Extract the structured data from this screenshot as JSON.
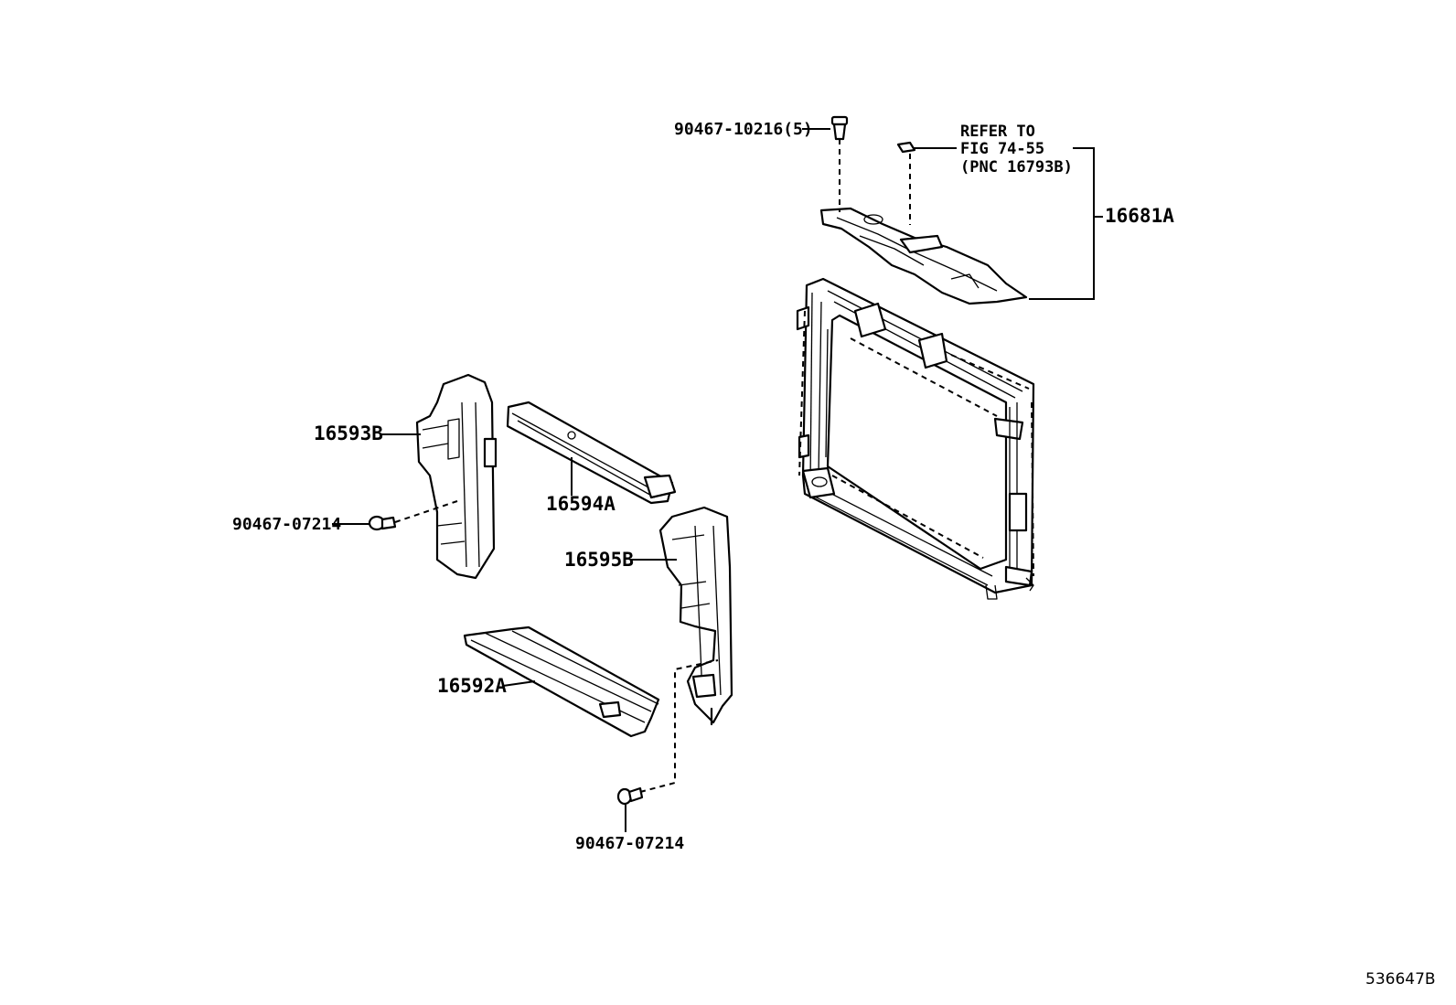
{
  "diagram": {
    "illustration_id": "536647B",
    "parts": {
      "seal_16681A": "16681A",
      "seal_16593B": "16593B",
      "seal_16594A": "16594A",
      "seal_16595B": "16595B",
      "seal_16592A": "16592A"
    },
    "fasteners": {
      "clip_top": "90467-10216(5)",
      "clip_left": "90467-07214",
      "clip_bottom": "90467-07214"
    },
    "reference_note": {
      "line1": "REFER TO",
      "line2": "FIG 74-55",
      "line3": "(PNC 16793B)"
    }
  }
}
